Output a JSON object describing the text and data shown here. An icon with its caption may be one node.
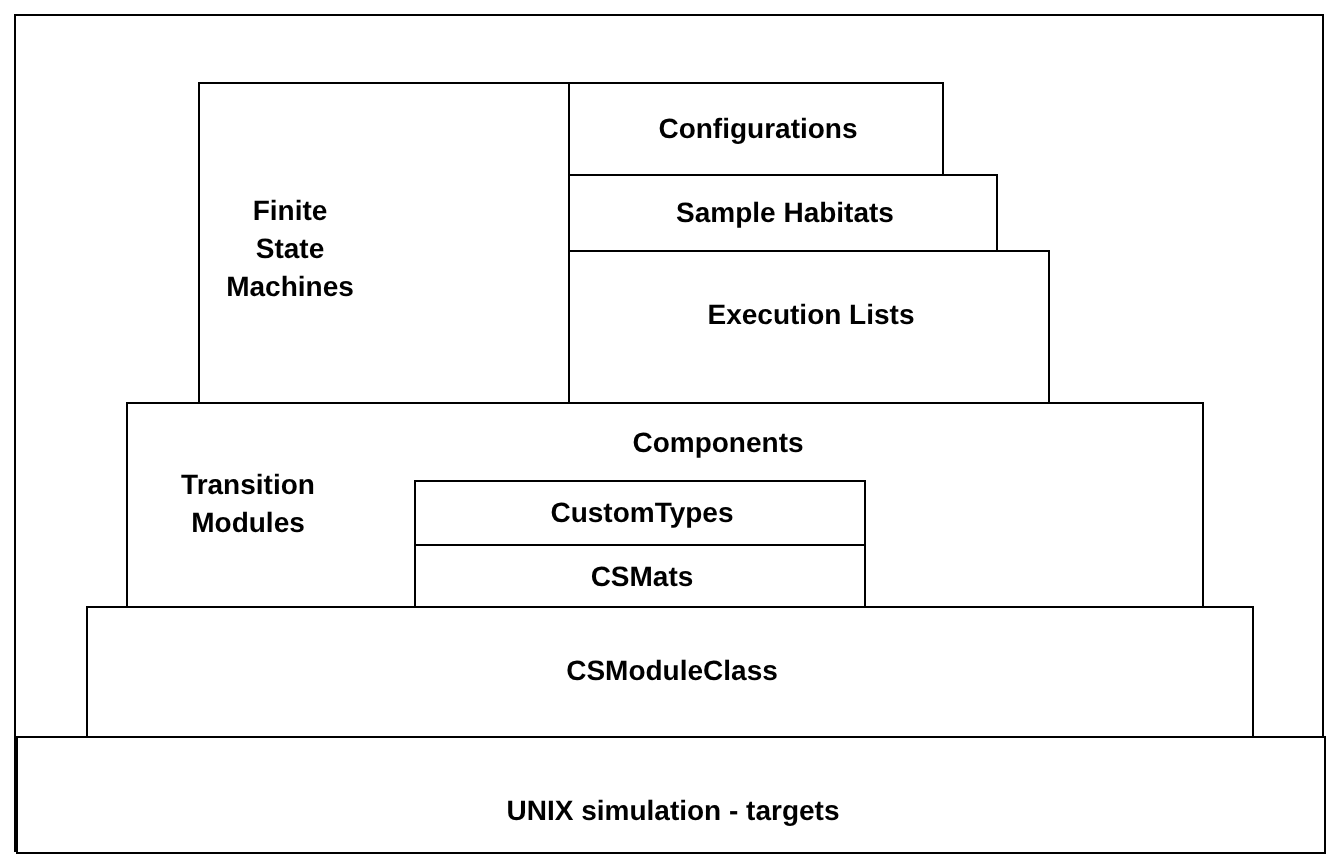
{
  "diagram": {
    "nodes": [
      {
        "text": [],
        "shape": "box"
      },
      {
        "text": [
          "Finite State Machines"
        ],
        "in": 0
      },
      {
        "text": [
          "Configurations"
        ],
        "in": 0
      },
      {
        "text": [
          "Sample Habitats"
        ],
        "in": 0
      },
      {
        "text": [
          "Execution Lists"
        ],
        "in": 0
      },
      {
        "text": [
          "Transition Modules",
          "Components"
        ],
        "in": 0
      },
      {
        "text": [
          "CustomTypes"
        ],
        "in": 5
      },
      {
        "text": [
          "CSMats"
        ],
        "in": 5
      },
      {
        "text": [
          "CSModuleClass"
        ],
        "in": 0
      },
      {
        "text": [
          "UNIX  simulation - targets"
        ],
        "in": 0
      }
    ]
  }
}
